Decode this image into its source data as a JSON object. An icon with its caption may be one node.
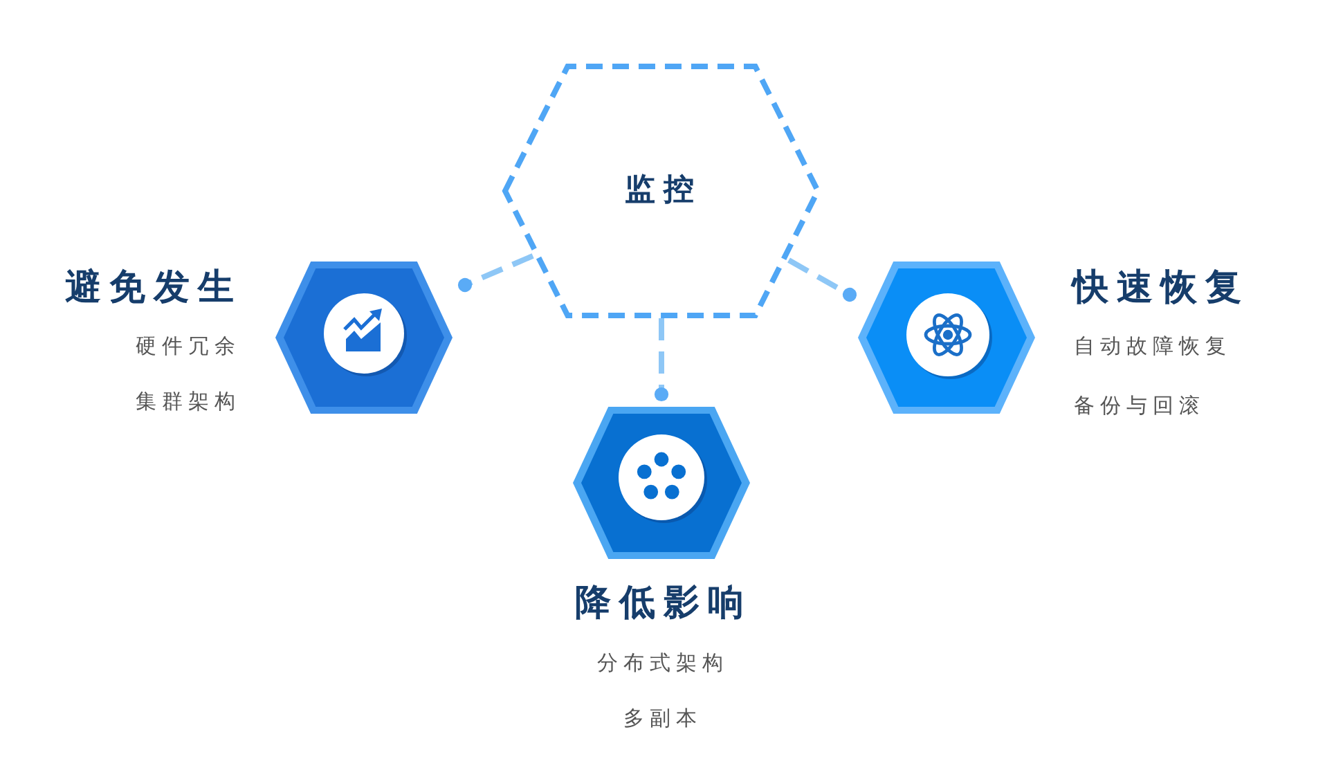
{
  "diagram": {
    "nodes": [
      {
        "text": [
          "监控"
        ]
      },
      {
        "text": [
          "避免发生",
          "硬件冗余",
          "集群架构"
        ]
      },
      {
        "text": [
          "快速恢复",
          "自动故障恢复",
          "备份与回滚"
        ]
      },
      {
        "text": [
          "降低影响",
          "分布式架构",
          "多副本"
        ]
      }
    ],
    "edges": [
      {
        "from": 0,
        "to": 1,
        "arrow": "other",
        "style": "dashed"
      },
      {
        "from": 0,
        "to": 2,
        "arrow": "other",
        "style": "dashed"
      },
      {
        "from": 0,
        "to": 3,
        "arrow": "other",
        "style": "dashed"
      }
    ]
  }
}
